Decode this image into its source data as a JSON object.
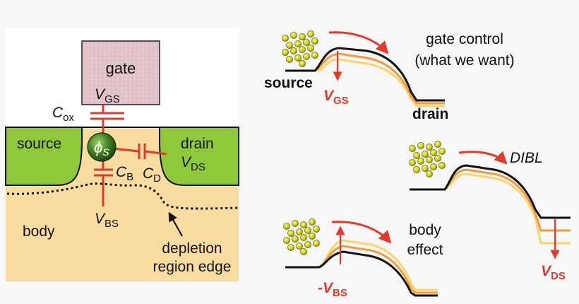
{
  "colors": {
    "gate_fill": "#e4c7cb",
    "body_fill": "#f8dca0",
    "contact_fill": "#8fc83a",
    "wire": "#d83e2c",
    "arrow": "#e23b2a",
    "band_black": "#111111",
    "band_orange": "#f39a3c",
    "band_yellow": "#fbd46d",
    "electron": "#d7d81c"
  },
  "device": {
    "gate": "gate",
    "vgs": {
      "main": "V",
      "sub": "GS"
    },
    "cox": {
      "main": "C",
      "sub": "ox"
    },
    "source": "source",
    "drain": "drain",
    "phi": {
      "main": "ϕ",
      "sub": "S"
    },
    "vds": {
      "main": "V",
      "sub": "DS"
    },
    "cb": {
      "main": "C",
      "sub": "B"
    },
    "cd": {
      "main": "C",
      "sub": "D"
    },
    "body": "body",
    "vbs": {
      "main": "V",
      "sub": "BS"
    },
    "depletion_line1": "depletion",
    "depletion_line2": "region edge"
  },
  "bands": {
    "gate_control": {
      "source": "source",
      "drain": "drain",
      "v": {
        "main": "V",
        "sub": "GS"
      },
      "caption_line1": "gate control",
      "caption_line2": "(what we want)"
    },
    "dibl": {
      "caption": "DIBL",
      "v": {
        "main": "V",
        "sub": "DS"
      }
    },
    "body_effect": {
      "caption_line1": "body",
      "caption_line2": "effect",
      "v": {
        "prefix": "-",
        "main": "V",
        "sub": "BS"
      }
    }
  }
}
